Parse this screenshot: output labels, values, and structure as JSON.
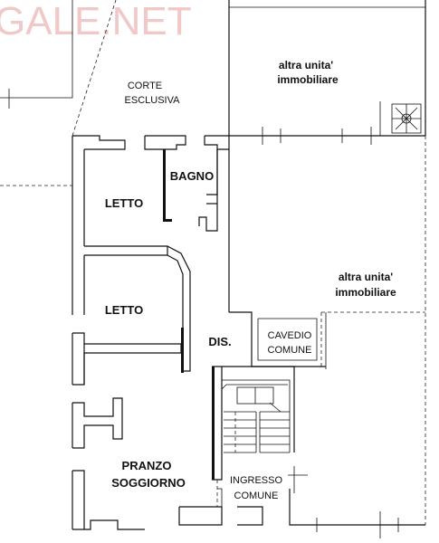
{
  "watermark": "GALE.NET",
  "rooms": {
    "corte": [
      "CORTE",
      "ESCLUSIVA"
    ],
    "altra_top": [
      "altra unita'",
      "immobiliare"
    ],
    "altra_right": [
      "altra unita'",
      "immobiliare"
    ],
    "bagno": "BAGNO",
    "letto_1": "LETTO",
    "letto_2": "LETTO",
    "dis": "DIS.",
    "cavedio": [
      "CAVEDIO",
      "COMUNE"
    ],
    "pranzo": [
      "PRANZO",
      "SOGGIORNO"
    ],
    "ingresso": [
      "INGRESSO",
      "COMUNE"
    ]
  },
  "colors": {
    "watermark": "#f0c8c8",
    "walls": "#111111"
  }
}
